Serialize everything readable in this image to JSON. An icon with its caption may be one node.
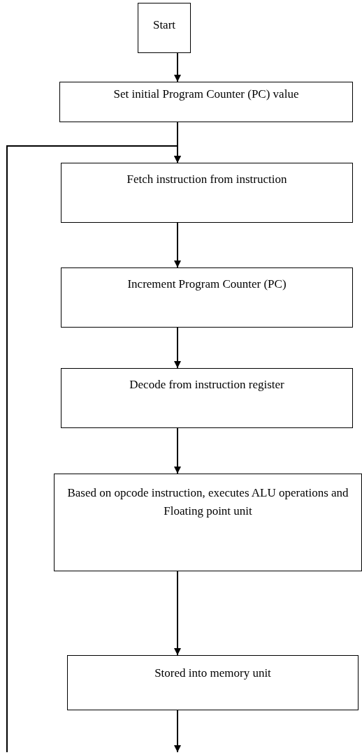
{
  "diagram": {
    "nodes": [
      {
        "text": [
          "Start"
        ]
      },
      {
        "text": [
          "Set initial Program Counter (PC) value"
        ]
      },
      {
        "text": [
          "Fetch instruction from instruction"
        ]
      },
      {
        "text": [
          "Increment Program Counter (PC)"
        ]
      },
      {
        "text": [
          "Decode from instruction register"
        ]
      },
      {
        "text": [
          "Based on opcode instruction, executes ALU operations and Floating point unit"
        ]
      },
      {
        "text": [
          "Stored into memory unit"
        ]
      }
    ],
    "edges": [
      {
        "from": 0,
        "to": 1,
        "arrow": "to"
      },
      {
        "from": 1,
        "to": 2,
        "arrow": "to"
      },
      {
        "from": 2,
        "to": 3,
        "arrow": "to"
      },
      {
        "from": 3,
        "to": 4,
        "arrow": "to"
      },
      {
        "from": 4,
        "to": 5,
        "arrow": "to"
      },
      {
        "from": 5,
        "to": 6,
        "arrow": "to"
      },
      {
        "from": 6,
        "to": null,
        "arrow": "to"
      },
      {
        "from": null,
        "to": 2,
        "arrow": "to"
      }
    ]
  }
}
